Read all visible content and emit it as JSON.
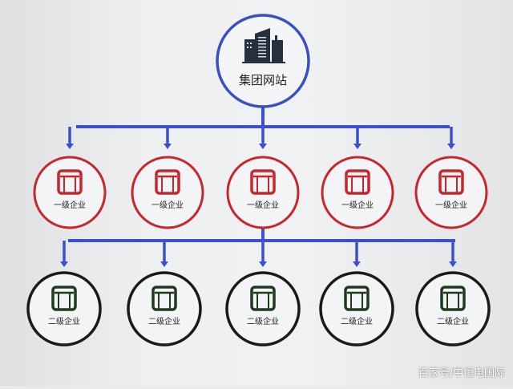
{
  "root": {
    "label": "集团网站",
    "icon": "building-icon",
    "color": "#3a4fc4"
  },
  "level1": {
    "color": "#c8262c",
    "icon": "window-icon",
    "items": [
      {
        "label": "一级企业"
      },
      {
        "label": "一级企业"
      },
      {
        "label": "一级企业"
      },
      {
        "label": "一级企业"
      },
      {
        "label": "一级企业"
      }
    ]
  },
  "level2": {
    "color": "#1a1a1a",
    "icon_color": "#1f3a1f",
    "icon": "window-icon",
    "items": [
      {
        "label": "二级企业"
      },
      {
        "label": "二级企业"
      },
      {
        "label": "二级企业"
      },
      {
        "label": "二级企业"
      },
      {
        "label": "二级企业"
      }
    ]
  },
  "connector_color": "#3b4fd0",
  "watermark": "百家号/中恒电国际"
}
